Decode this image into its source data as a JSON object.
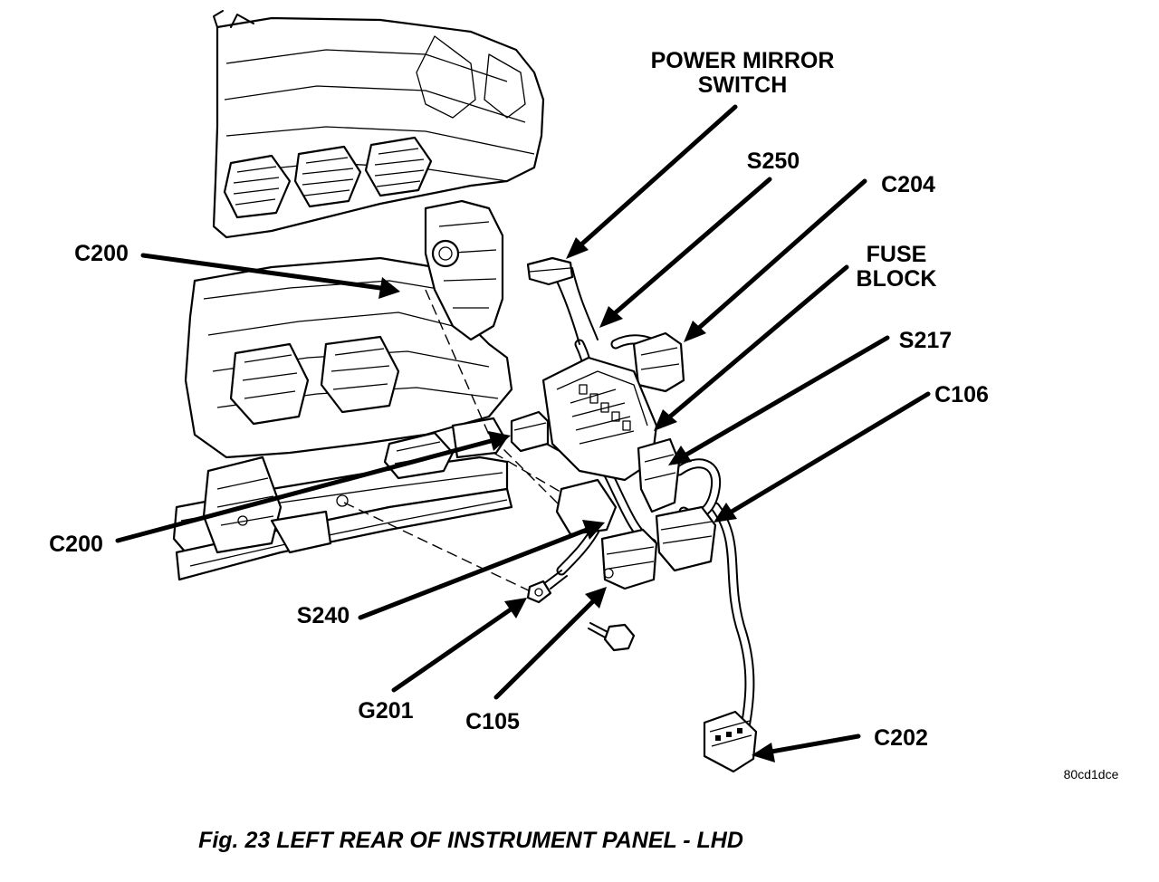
{
  "figure": {
    "caption": "Fig. 23 LEFT REAR OF INSTRUMENT PANEL - LHD",
    "image_code": "80cd1dce"
  },
  "callouts": [
    {
      "id": "power-mirror-switch",
      "lines": [
        "POWER MIRROR",
        "SWITCH"
      ]
    },
    {
      "id": "s250",
      "lines": [
        "S250"
      ]
    },
    {
      "id": "c204",
      "lines": [
        "C204"
      ]
    },
    {
      "id": "fuse-block",
      "lines": [
        "FUSE",
        "BLOCK"
      ]
    },
    {
      "id": "s217",
      "lines": [
        "S217"
      ]
    },
    {
      "id": "c106",
      "lines": [
        "C106"
      ]
    },
    {
      "id": "c200-upper",
      "lines": [
        "C200"
      ]
    },
    {
      "id": "c200-lower",
      "lines": [
        "C200"
      ]
    },
    {
      "id": "s240",
      "lines": [
        "S240"
      ]
    },
    {
      "id": "g201",
      "lines": [
        "G201"
      ]
    },
    {
      "id": "c105",
      "lines": [
        "C105"
      ]
    },
    {
      "id": "c202",
      "lines": [
        "C202"
      ]
    }
  ]
}
